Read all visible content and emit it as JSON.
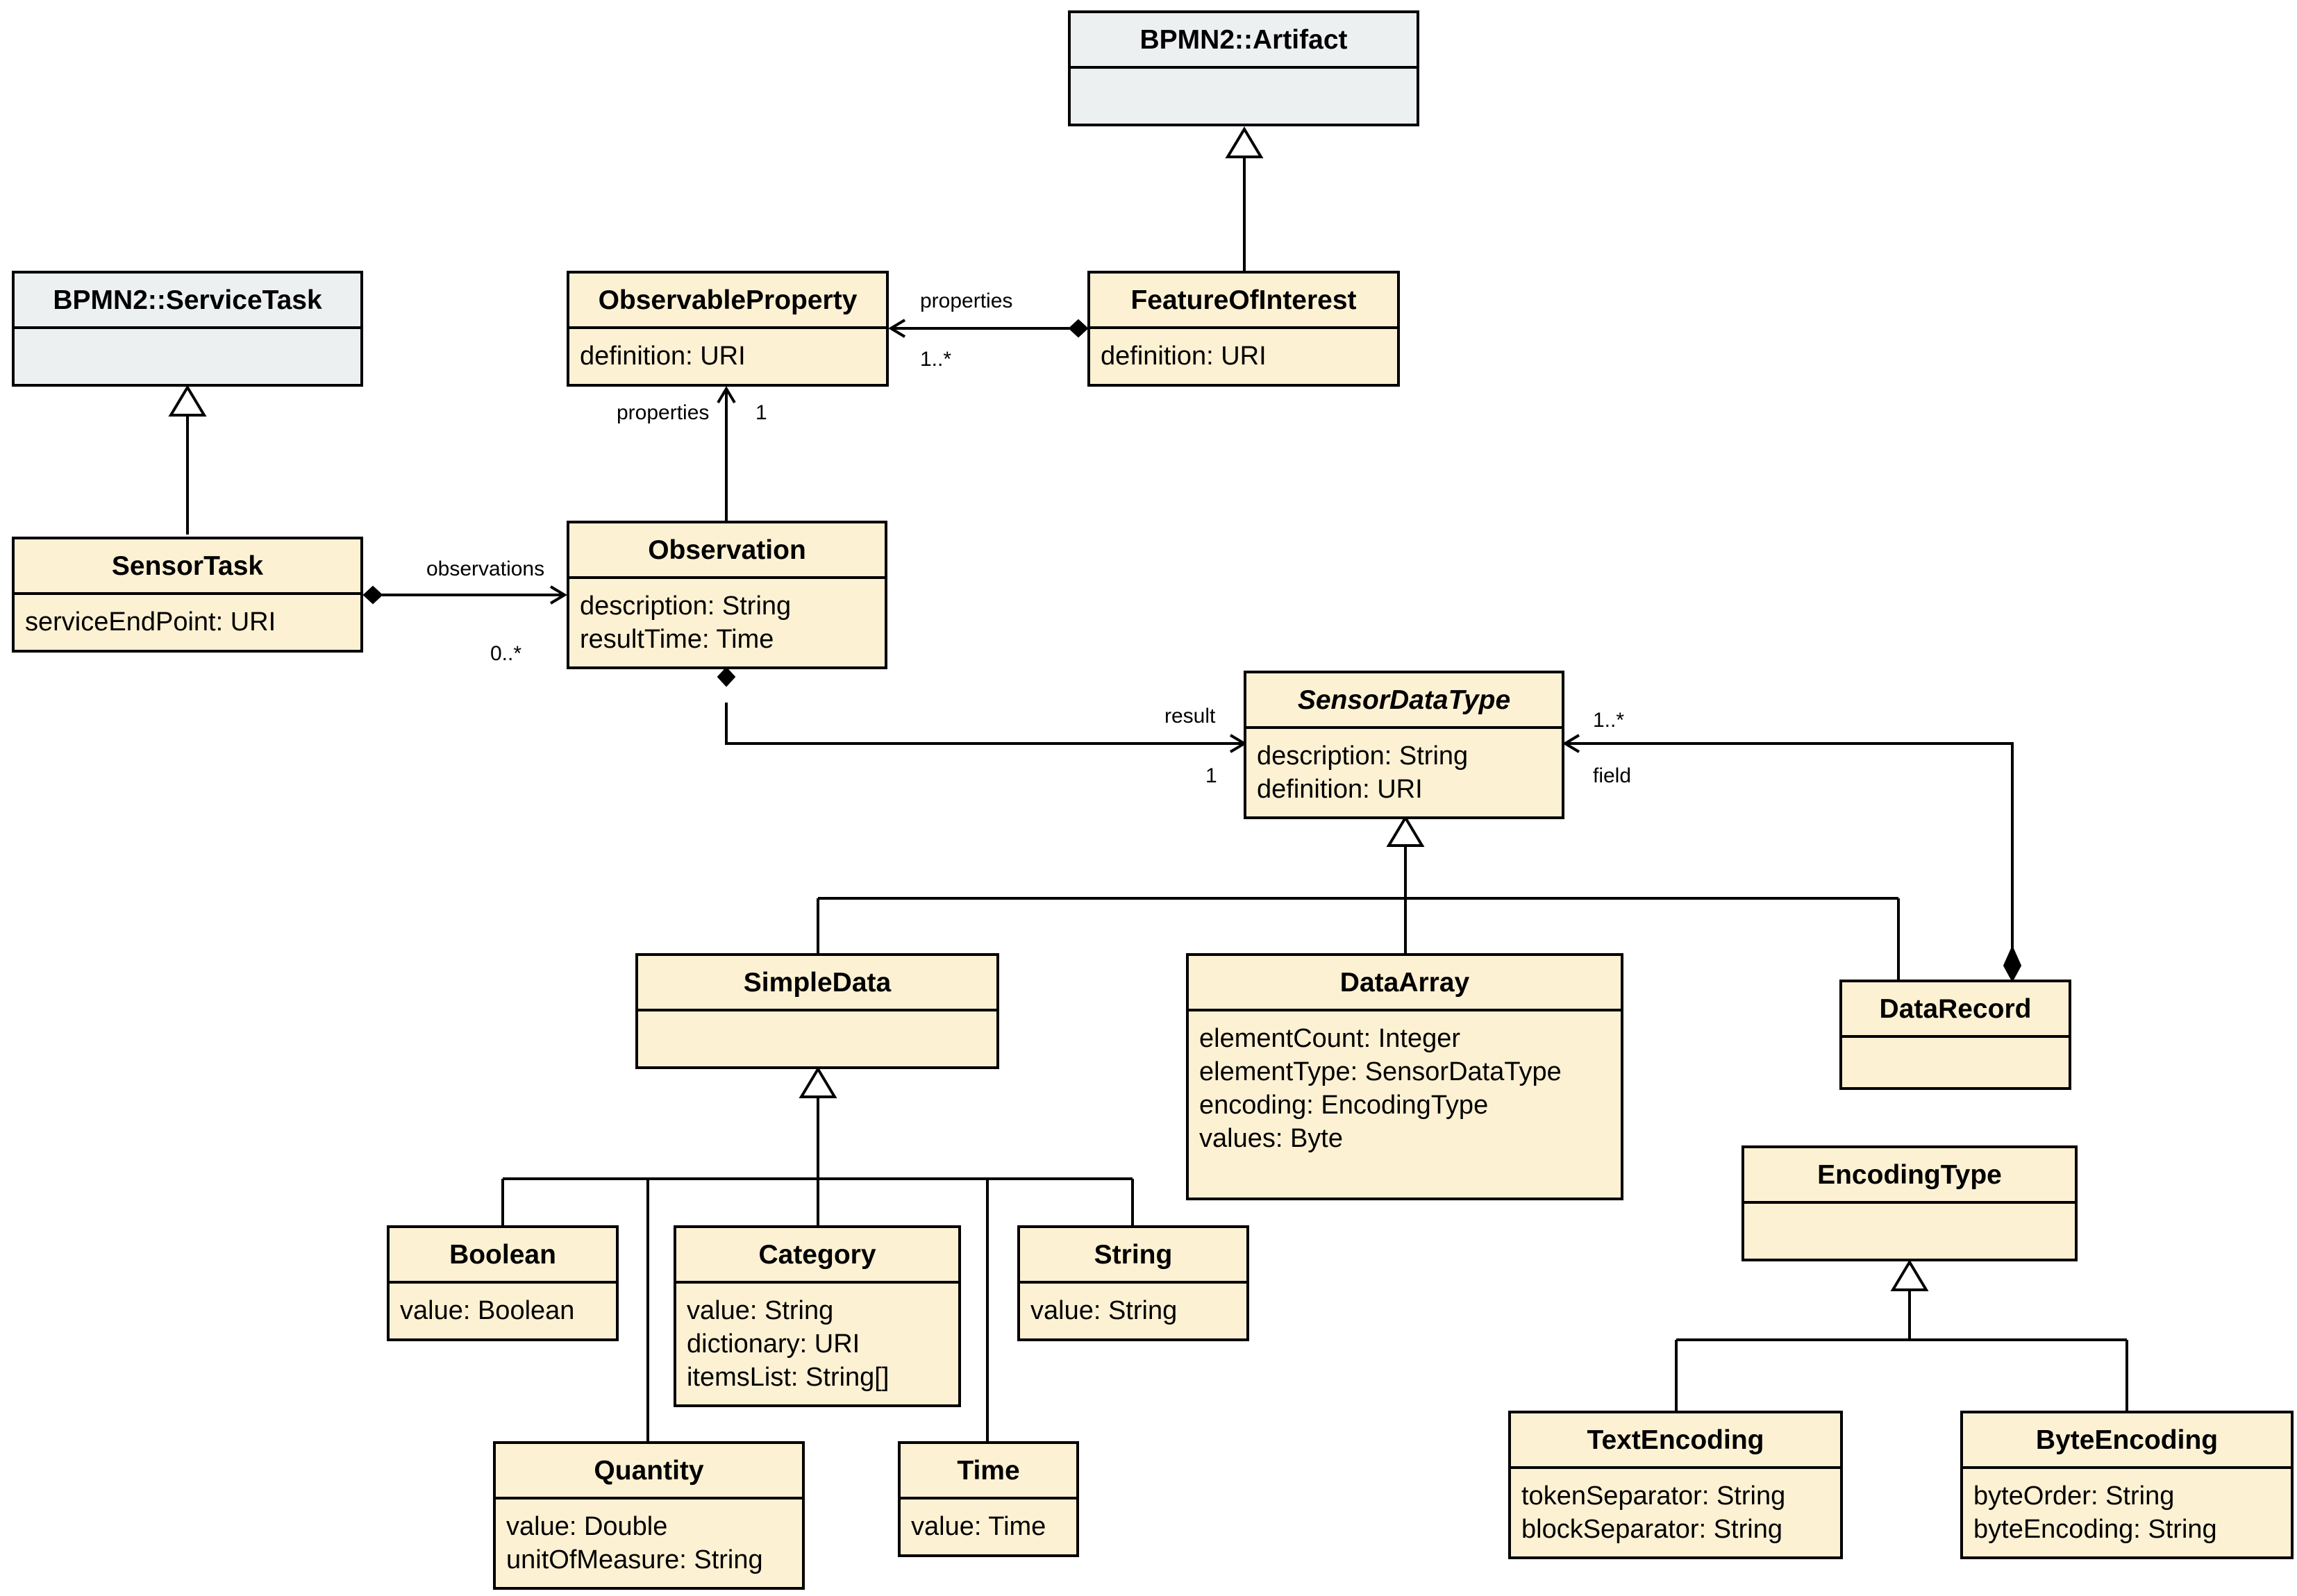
{
  "colors": {
    "class_fill": "#fdf1d3",
    "external_fill": "#edf0f1",
    "stroke": "#000000"
  },
  "classes": {
    "artifact": {
      "name": "BPMN2::Artifact",
      "attributes": []
    },
    "service_task": {
      "name": "BPMN2::ServiceTask",
      "attributes": []
    },
    "observable_property": {
      "name": "ObservableProperty",
      "attributes": [
        "definition: URI"
      ]
    },
    "feature_of_interest": {
      "name": "FeatureOfInterest",
      "attributes": [
        "definition: URI"
      ]
    },
    "sensor_task": {
      "name": "SensorTask",
      "attributes": [
        "serviceEndPoint: URI"
      ]
    },
    "observation": {
      "name": "Observation",
      "attributes": [
        "description: String",
        "resultTime: Time"
      ]
    },
    "sensor_data_type": {
      "name": "SensorDataType",
      "abstract": true,
      "attributes": [
        "description: String",
        "definition: URI"
      ]
    },
    "simple_data": {
      "name": "SimpleData",
      "attributes": []
    },
    "data_array": {
      "name": "DataArray",
      "attributes": [
        "elementCount: Integer",
        "elementType: SensorDataType",
        "encoding: EncodingType",
        "values: Byte"
      ]
    },
    "data_record": {
      "name": "DataRecord",
      "attributes": []
    },
    "boolean": {
      "name": "Boolean",
      "attributes": [
        "value: Boolean"
      ]
    },
    "category": {
      "name": "Category",
      "attributes": [
        "value: String",
        "dictionary: URI",
        "itemsList: String[]"
      ]
    },
    "string": {
      "name": "String",
      "attributes": [
        "value: String"
      ]
    },
    "quantity": {
      "name": "Quantity",
      "attributes": [
        "value: Double",
        "unitOfMeasure: String"
      ]
    },
    "time": {
      "name": "Time",
      "attributes": [
        "value: Time"
      ]
    },
    "encoding_type": {
      "name": "EncodingType",
      "attributes": []
    },
    "text_encoding": {
      "name": "TextEncoding",
      "attributes": [
        "tokenSeparator: String",
        "blockSeparator: String"
      ]
    },
    "byte_encoding": {
      "name": "ByteEncoding",
      "attributes": [
        "byteOrder: String",
        "byteEncoding: String"
      ]
    }
  },
  "labels": {
    "foi_properties_role": "properties",
    "foi_properties_mult": "1..*",
    "obs_properties_role": "properties",
    "obs_properties_mult": "1",
    "observations_role": "observations",
    "observations_mult": "0..*",
    "result_role": "result",
    "result_mult": "1",
    "field_mult": "1..*",
    "field_role": "field"
  }
}
